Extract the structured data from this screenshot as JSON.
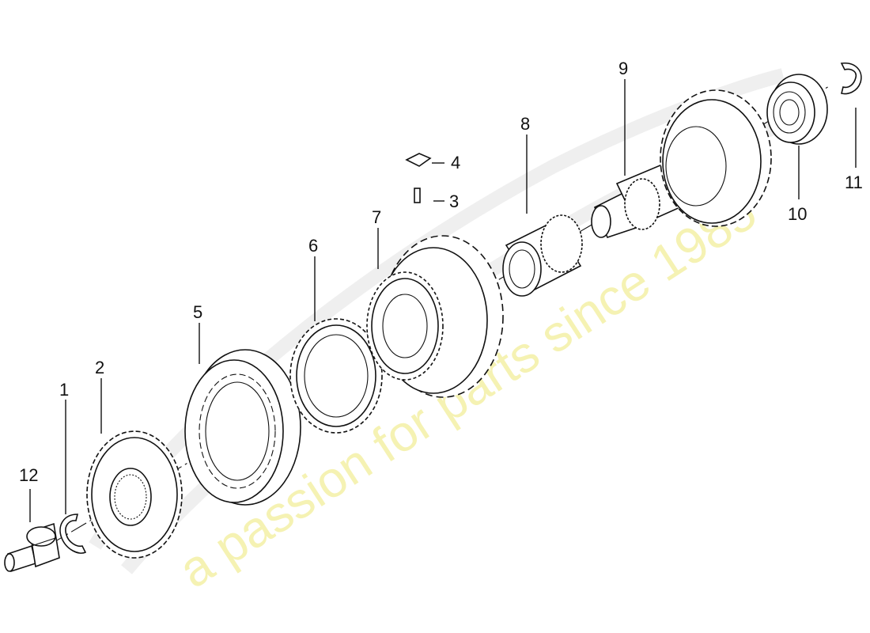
{
  "callouts": [
    "1",
    "2",
    "3",
    "4",
    "5",
    "6",
    "7",
    "8",
    "9",
    "10",
    "11",
    "12"
  ],
  "watermark": {
    "tagline": "a passion for parts since 1985"
  }
}
